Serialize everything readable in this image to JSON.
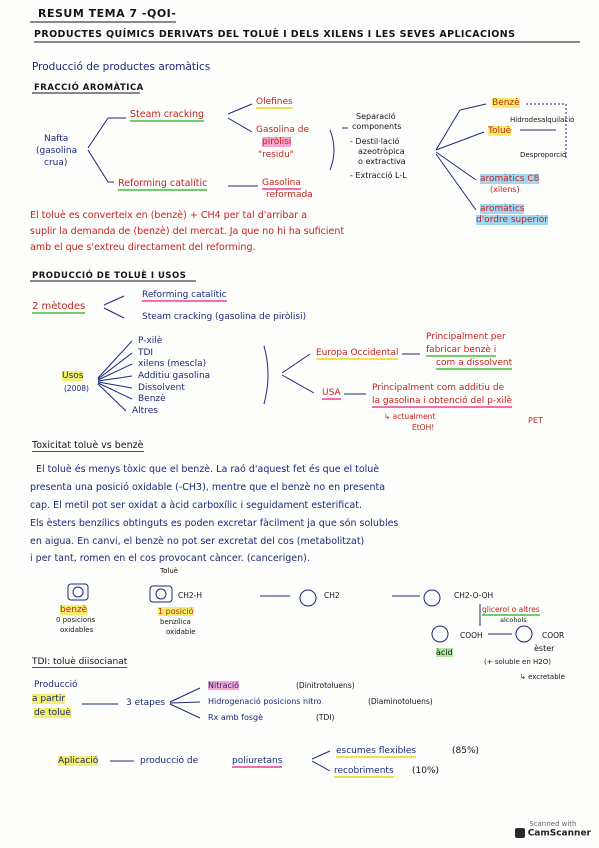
{
  "header": {
    "title": "RESUM TEMA 7 -QOI-",
    "subtitle": "PRODUCTES QUÍMICS DERIVATS DEL TOLUÈ I DELS XILENS I LES SEVES APLICACIONS"
  },
  "sec1": {
    "heading": "Producció de productes aromàtics",
    "sub": "FRACCIÓ AROMÀTICA",
    "nafta": [
      "Nafta",
      "(gasolina",
      "crua)"
    ],
    "steam": "Steam cracking",
    "olefines": "Olefines",
    "gas_pir": [
      "Gasolina de",
      "piròlisi",
      "\"residu\""
    ],
    "reforming": "Reforming catalític",
    "gas_ref": [
      "Gasolina",
      "reformada"
    ],
    "separacio": [
      "Separació",
      "components",
      "- Destil·lació",
      "azeotròpica",
      "o extractiva",
      "- Extracció L-L"
    ],
    "benze": "Benzè",
    "hidro": "Hidrodesalquilació",
    "tolue": "Toluè",
    "despro": "Desproporció",
    "arom_c8": [
      "aromàtics C8",
      "(xilens)"
    ],
    "arom_sup": [
      "aromàtics",
      "d'ordre superior"
    ],
    "note": [
      "El toluè es converteix en (benzè) + CH4 per tal d'arribar a",
      "suplir la demanda de (benzè) del mercat. Ja que no hi ha suficient",
      "amb el que s'extreu directament del reforming."
    ]
  },
  "sec2": {
    "heading": "PRODUCCIÓ DE TOLUÈ I USOS",
    "metodes": "2 mètodes",
    "m1": "Reforming catalític",
    "m2": "Steam cracking (gasolina de piròlisi)",
    "usos": [
      "Usos",
      "(2008)"
    ],
    "list": [
      "P-xilè",
      "TDI",
      "xilens (mescla)",
      "Additiu gasolina",
      "Dissolvent",
      "Benzè",
      "Altres"
    ],
    "europa": "Europa Occidental",
    "europa_txt": [
      "Principalment per",
      "fabricar benzè i",
      "com a dissolvent"
    ],
    "usa": "USA",
    "usa_txt": [
      "Principalment com additiu de",
      "la gasolina i obtenció del p-xilè"
    ],
    "actual": [
      "↳ actualment",
      "EtOH!"
    ],
    "pet": "PET"
  },
  "sec3": {
    "heading": "Toxicitat toluè vs benzè",
    "para": [
      "El toluè és menys tòxic que el benzè. La raó d'aquest fet és que el toluè",
      "presenta una posició oxidable (-CH3), mentre que el benzè no en presenta",
      "cap. El metil pot ser oxidat a àcid carboxílic i seguidament esterificat.",
      "Els èsters benzílics obtinguts es poden excretar fàcilment ja que són solubles",
      "en aigua. En canvi, el benzè no pot ser excretat del cos (metabolitzat)",
      "i per tant, romen en el cos provocant càncer. (cancerigen)."
    ],
    "tolue_lbl": "Toluè",
    "benze_lbl": [
      "benzè",
      "0 posicions",
      "oxidables"
    ],
    "pos_lbl": [
      "1 posició",
      "benzílica",
      "oxidable"
    ],
    "ch2h": "CH2-H",
    "ch2": "CH2",
    "ch2oh": "CH2-O-OH",
    "glicerol": [
      "glicerol o altres",
      "alcohols"
    ],
    "cooh": "COOH",
    "coor": "COOR",
    "acid": "àcid",
    "ester": "èster",
    "ester2": "(+ soluble en H2O)",
    "excr": "↳ excretable"
  },
  "sec4": {
    "heading": "TDI: toluè diisocianat",
    "prod": [
      "Producció",
      "a partir",
      "de toluè"
    ],
    "etapes": "3 etapes",
    "e1": "Nitració",
    "e1b": "(Dinitrotoluens)",
    "e2": "Hidrogenació posicions nitro",
    "e2b": "(Diaminotoluens)",
    "e3": "Rx amb fosgè",
    "e3b": "(TDI)",
    "aplic": "Aplicació",
    "aplic_txt": "producció de",
    "poliur": "poliuretans",
    "esc": "escumes flexibles",
    "esc_pct": "(85%)",
    "recob": "recobriments",
    "recob_pct": "(10%)"
  },
  "footer": {
    "scanned": "Scanned with",
    "brand": "CamScanner"
  }
}
